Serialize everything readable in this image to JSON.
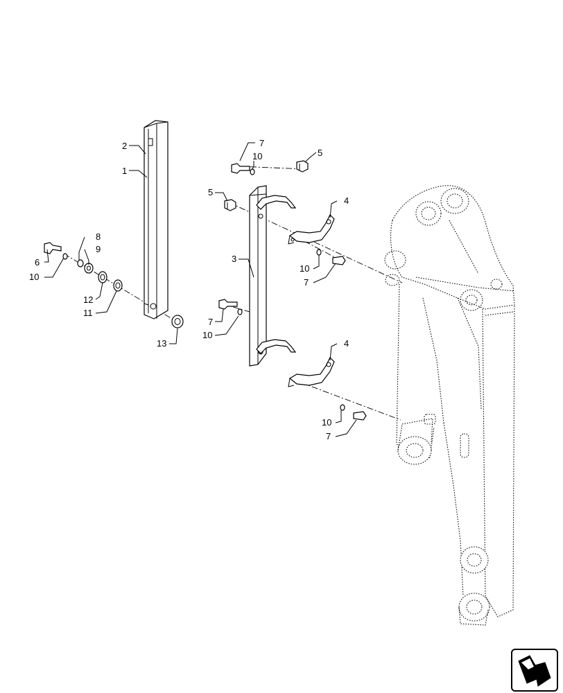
{
  "callouts": [
    {
      "id": "c-2a",
      "text": "2"
    },
    {
      "id": "c-1a",
      "text": "1"
    },
    {
      "id": "c-7a",
      "text": "7"
    },
    {
      "id": "c-10a",
      "text": "10"
    },
    {
      "id": "c-5a",
      "text": "5"
    },
    {
      "id": "c-5b",
      "text": "5"
    },
    {
      "id": "c-4a",
      "text": "4"
    },
    {
      "id": "c-8a",
      "text": "8"
    },
    {
      "id": "c-9a",
      "text": "9"
    },
    {
      "id": "c-6a",
      "text": "6"
    },
    {
      "id": "c-10b",
      "text": "10"
    },
    {
      "id": "c-3a",
      "text": "3"
    },
    {
      "id": "c-10c",
      "text": "10"
    },
    {
      "id": "c-7b",
      "text": "7"
    },
    {
      "id": "c-12a",
      "text": "12"
    },
    {
      "id": "c-11a",
      "text": "11"
    },
    {
      "id": "c-7c",
      "text": "7"
    },
    {
      "id": "c-10d",
      "text": "10"
    },
    {
      "id": "c-13a",
      "text": "13"
    },
    {
      "id": "c-4b",
      "text": "4"
    },
    {
      "id": "c-10e",
      "text": "10"
    },
    {
      "id": "c-7d",
      "text": "7"
    }
  ],
  "navigation_icon": "next-page-arrow-icon"
}
